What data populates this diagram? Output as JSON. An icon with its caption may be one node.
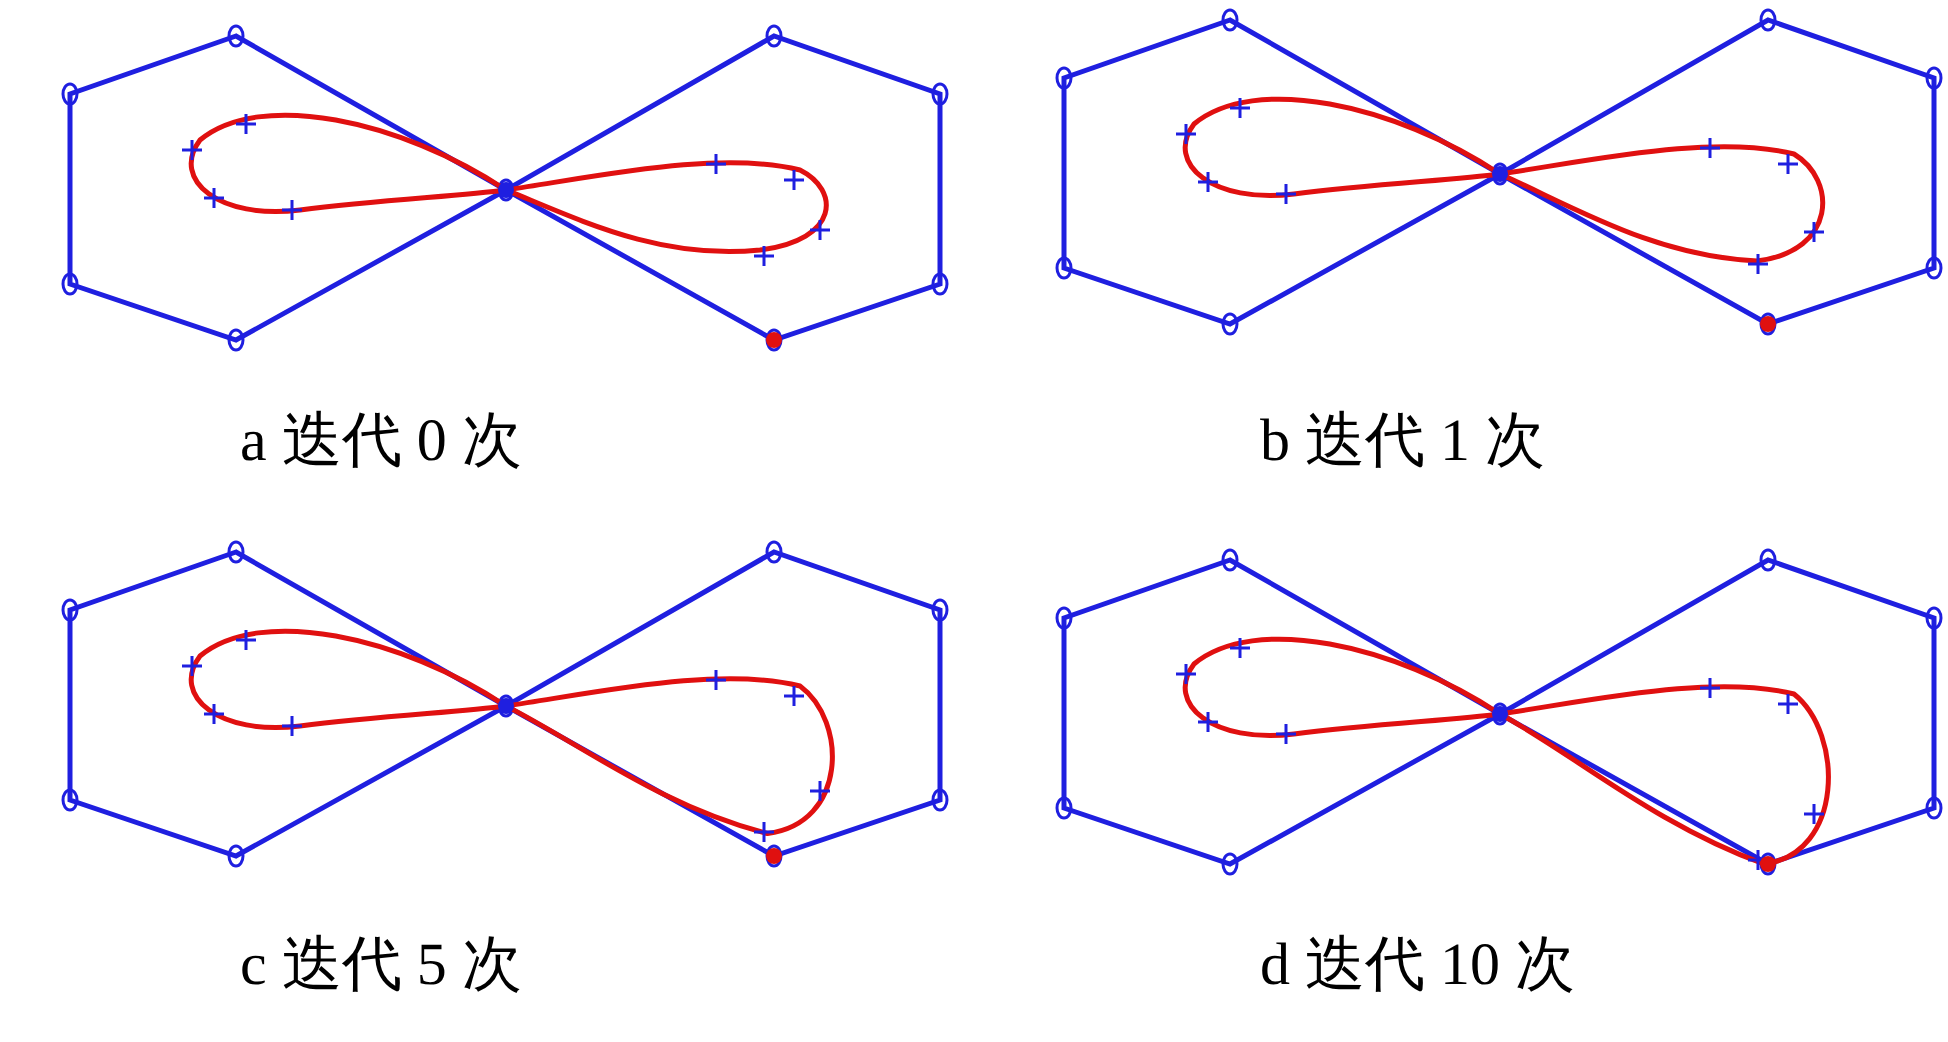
{
  "diagram": {
    "labels": [
      "a 迭代 0 次",
      "b 迭代 1 次",
      "c 迭代 5 次",
      "d 迭代 10 次"
    ]
  }
}
